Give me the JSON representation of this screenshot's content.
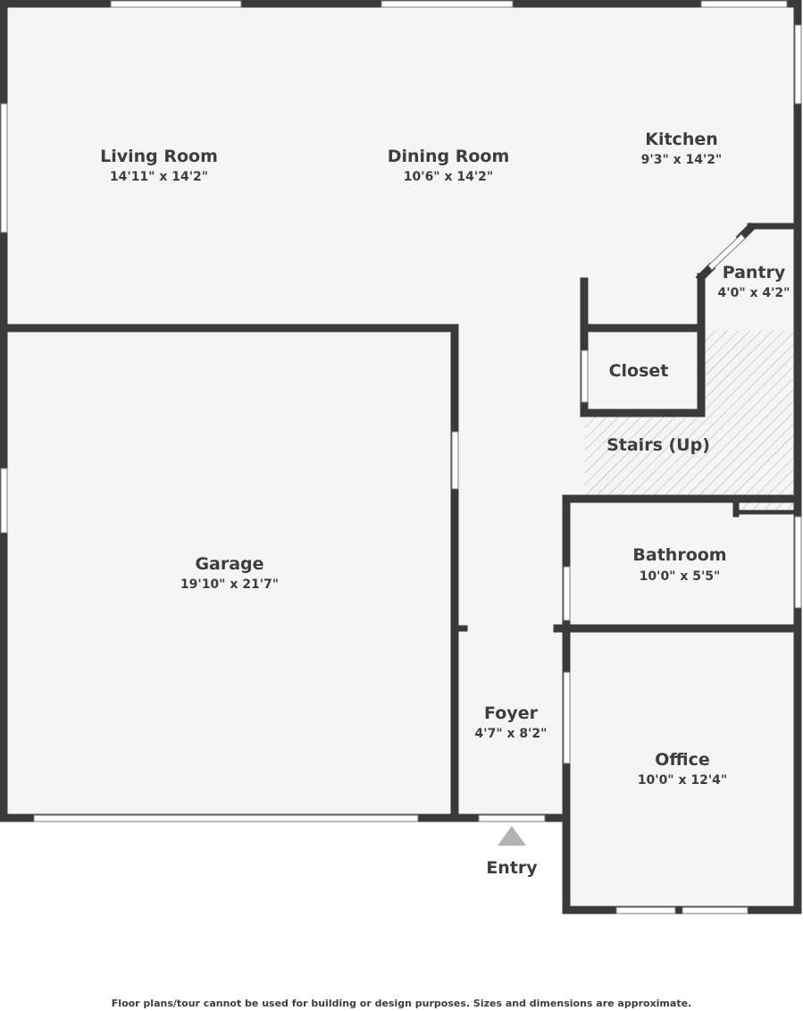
{
  "rooms": {
    "living_room": {
      "name": "Living Room",
      "dims": "14'11\" x 14'2\""
    },
    "dining_room": {
      "name": "Dining Room",
      "dims": "10'6\" x 14'2\""
    },
    "kitchen": {
      "name": "Kitchen",
      "dims": "9'3\" x 14'2\""
    },
    "pantry": {
      "name": "Pantry",
      "dims": "4'0\" x 4'2\""
    },
    "closet": {
      "name": "Closet"
    },
    "stairs": {
      "name": "Stairs (Up)"
    },
    "garage": {
      "name": "Garage",
      "dims": "19'10\" x 21'7\""
    },
    "bathroom": {
      "name": "Bathroom",
      "dims": "10'0\" x 5'5\""
    },
    "foyer": {
      "name": "Foyer",
      "dims": "4'7\" x 8'2\""
    },
    "office": {
      "name": "Office",
      "dims": "10'0\" x 12'4\""
    }
  },
  "entry_label": "Entry",
  "footer_text": "Floor plans/tour cannot be used for building or design purposes. Sizes and dimensions are approximate.",
  "colors": {
    "wall": "#3a3a3a",
    "floor": "#f5f5f5",
    "window": "#ffffff",
    "entry_arrow": "#b3b3b3"
  }
}
